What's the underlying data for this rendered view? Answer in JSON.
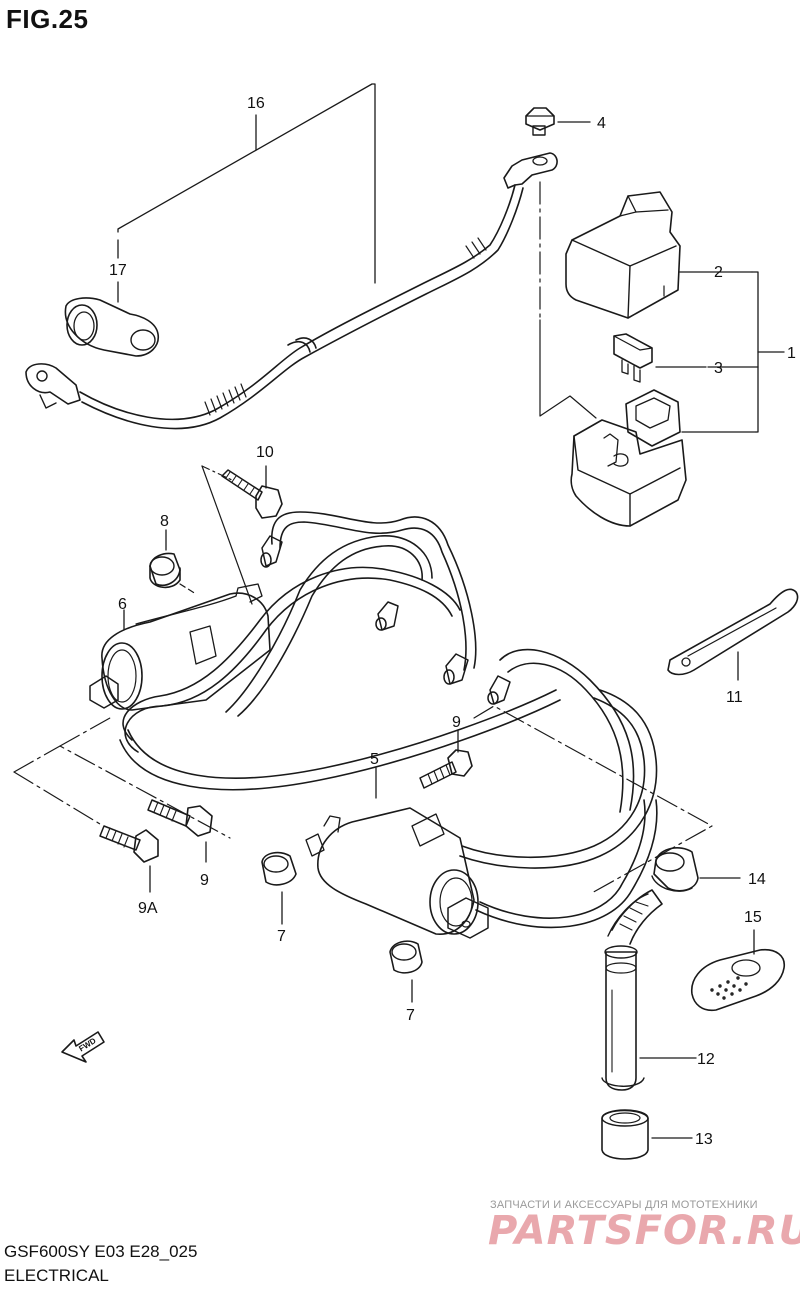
{
  "figure": {
    "title": "FIG.25",
    "model_code": "GSF600SY E03 E28_025",
    "section_name": "ELECTRICAL"
  },
  "parts": [
    {
      "ref": "1"
    },
    {
      "ref": "2"
    },
    {
      "ref": "3"
    },
    {
      "ref": "4"
    },
    {
      "ref": "5"
    },
    {
      "ref": "6"
    },
    {
      "ref": "7"
    },
    {
      "ref": "8"
    },
    {
      "ref": "9"
    },
    {
      "ref": "9A"
    },
    {
      "ref": "10"
    },
    {
      "ref": "11"
    },
    {
      "ref": "12"
    },
    {
      "ref": "13"
    },
    {
      "ref": "14"
    },
    {
      "ref": "15"
    },
    {
      "ref": "16"
    },
    {
      "ref": "17"
    }
  ],
  "labels": {
    "p1": "1",
    "p2": "2",
    "p3": "3",
    "p4": "4",
    "p5": "5",
    "p6": "6",
    "p7a": "7",
    "p7b": "7",
    "p8": "8",
    "p9a": "9",
    "p9b": "9",
    "p9A": "9A",
    "p10": "10",
    "p11": "11",
    "p12": "12",
    "p13": "13",
    "p14": "14",
    "p15": "15",
    "p16": "16",
    "p17": "17"
  },
  "direction_marker": "FWD",
  "watermark": {
    "tagline": "ЗАПЧАСТИ И АКСЕССУАРЫ ДЛЯ МОТОТЕХНИКИ",
    "logo": "PARTSFOR.RU"
  },
  "colors": {
    "line": "#1a1a1a",
    "watermark_text": "#e9a8ad"
  }
}
